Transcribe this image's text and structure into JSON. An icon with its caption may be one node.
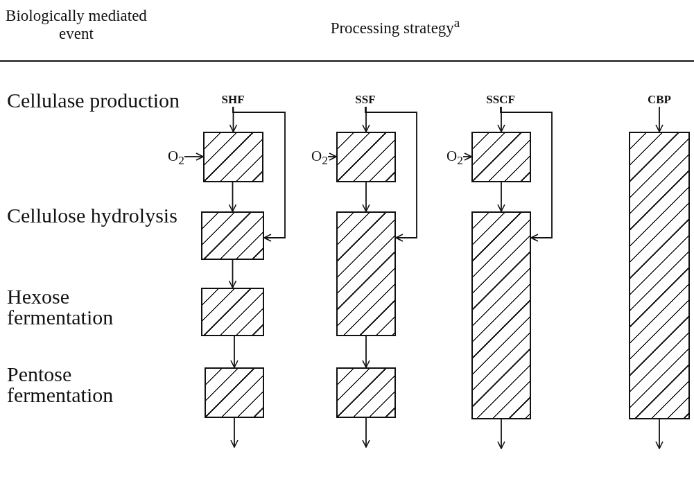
{
  "diagram": {
    "nodes": [
      {
        "text": [
          "SHF"
        ]
      },
      {
        "text": [
          "SSF"
        ]
      },
      {
        "text": [
          "SSCF"
        ]
      },
      {
        "text": [
          "CBP"
        ]
      },
      {
        "text": [
          "O$_{2}$"
        ]
      },
      {
        "text": [
          "O$_{2}$"
        ]
      },
      {
        "text": [
          "O$_{2}$"
        ]
      },
      {
        "text": [],
        "shape": "box"
      },
      {
        "text": [],
        "shape": "box"
      },
      {
        "text": [],
        "shape": "box"
      },
      {
        "text": [],
        "shape": "box"
      },
      {
        "text": [],
        "shape": "box"
      },
      {
        "text": [],
        "shape": "box"
      },
      {
        "text": [],
        "shape": "box"
      },
      {
        "text": [],
        "shape": "box"
      },
      {
        "text": [],
        "shape": "box"
      },
      {
        "text": [],
        "shape": "box"
      }
    ],
    "edges": [
      {
        "from": 0,
        "to": 7,
        "arrow": "to"
      },
      {
        "from": 0,
        "to": 8,
        "arrow": "to"
      },
      {
        "from": 4,
        "to": 7,
        "arrow": "to"
      },
      {
        "from": 7,
        "to": 8,
        "arrow": "to"
      },
      {
        "from": 8,
        "to": 9,
        "arrow": "to"
      },
      {
        "from": 9,
        "to": 10,
        "arrow": "to"
      },
      {
        "from": 10,
        "to": null,
        "arrow": "to"
      },
      {
        "from": 1,
        "to": 11,
        "arrow": "to"
      },
      {
        "from": 1,
        "to": 12,
        "arrow": "to"
      },
      {
        "from": 5,
        "to": 11,
        "arrow": "to"
      },
      {
        "from": 11,
        "to": 12,
        "arrow": "to"
      },
      {
        "from": 12,
        "to": 13,
        "arrow": "to"
      },
      {
        "from": 13,
        "to": null,
        "arrow": "to"
      },
      {
        "from": 2,
        "to": 14,
        "arrow": "to"
      },
      {
        "from": 2,
        "to": 15,
        "arrow": "to"
      },
      {
        "from": 6,
        "to": 14,
        "arrow": "to"
      },
      {
        "from": 14,
        "to": 15,
        "arrow": "to"
      },
      {
        "from": 15,
        "to": null,
        "arrow": "to"
      },
      {
        "from": 3,
        "to": 16,
        "arrow": "to"
      },
      {
        "from": 16,
        "to": null,
        "arrow": "to"
      }
    ],
    "labels": [
      "Biologically mediated event",
      "Processing strategy$^{a}$",
      "Cellulase production",
      "Cellulose hydrolysis",
      "Hexose fermentation",
      "Pentose fermentation"
    ]
  }
}
